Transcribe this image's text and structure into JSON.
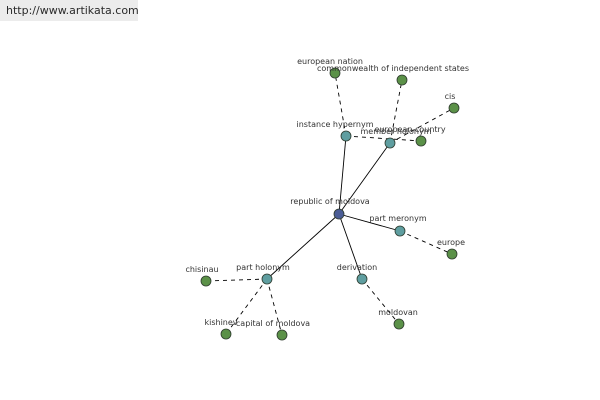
{
  "watermark": "http://www.artikata.com",
  "colors": {
    "center": "#4b5d96",
    "relation": "#5f9ea0",
    "leaf": "#5b9148",
    "stroke": "#2d3a2d",
    "edge": "#000000"
  },
  "graph": {
    "nodes": [
      {
        "id": "moldova",
        "label": "republic of moldova",
        "kind": "center"
      },
      {
        "id": "instance",
        "label": "instance hypernym",
        "kind": "relation"
      },
      {
        "id": "member",
        "label": "member holonym",
        "kind": "relation"
      },
      {
        "id": "partmer",
        "label": "part meronym",
        "kind": "relation"
      },
      {
        "id": "partholo",
        "label": "part holonym",
        "kind": "relation"
      },
      {
        "id": "deriv",
        "label": "derivation",
        "kind": "relation"
      },
      {
        "id": "eunation",
        "label": "european nation",
        "kind": "leaf"
      },
      {
        "id": "cwis",
        "label": "commonwealth of independent states",
        "kind": "leaf"
      },
      {
        "id": "cis",
        "label": "cis",
        "kind": "leaf"
      },
      {
        "id": "eucountry",
        "label": "european country",
        "kind": "leaf"
      },
      {
        "id": "europe",
        "label": "europe",
        "kind": "leaf"
      },
      {
        "id": "chisinau",
        "label": "chisinau",
        "kind": "leaf"
      },
      {
        "id": "kishinev",
        "label": "kishinev",
        "kind": "leaf"
      },
      {
        "id": "capital",
        "label": "capital of moldova",
        "kind": "leaf"
      },
      {
        "id": "moldovan",
        "label": "moldovan",
        "kind": "leaf"
      }
    ],
    "edges": [
      {
        "from": "moldova",
        "to": "instance",
        "style": "solid"
      },
      {
        "from": "moldova",
        "to": "member",
        "style": "solid"
      },
      {
        "from": "moldova",
        "to": "partmer",
        "style": "solid"
      },
      {
        "from": "moldova",
        "to": "partholo",
        "style": "solid"
      },
      {
        "from": "moldova",
        "to": "deriv",
        "style": "solid"
      },
      {
        "from": "instance",
        "to": "eunation",
        "style": "dashed"
      },
      {
        "from": "instance",
        "to": "eucountry",
        "style": "dashed"
      },
      {
        "from": "member",
        "to": "cwis",
        "style": "dashed"
      },
      {
        "from": "member",
        "to": "cis",
        "style": "dashed"
      },
      {
        "from": "partmer",
        "to": "europe",
        "style": "dashed"
      },
      {
        "from": "partholo",
        "to": "chisinau",
        "style": "dashed"
      },
      {
        "from": "partholo",
        "to": "kishinev",
        "style": "dashed"
      },
      {
        "from": "partholo",
        "to": "capital",
        "style": "dashed"
      },
      {
        "from": "deriv",
        "to": "moldovan",
        "style": "dashed"
      }
    ]
  }
}
